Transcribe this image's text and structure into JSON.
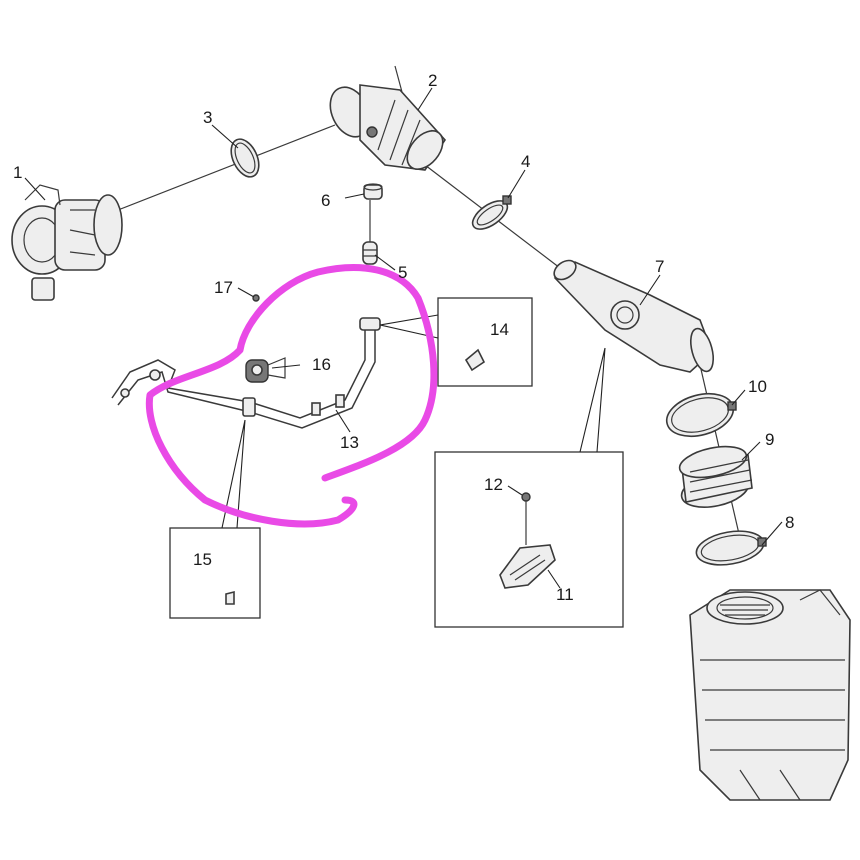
{
  "diagram": {
    "callouts": {
      "c1": "1",
      "c2": "2",
      "c3": "3",
      "c4": "4",
      "c5": "5",
      "c6": "6",
      "c7": "7",
      "c8": "8",
      "c9": "9",
      "c10": "10",
      "c11": "11",
      "c12": "12",
      "c13": "13",
      "c14": "14",
      "c15": "15",
      "c16": "16",
      "c17": "17"
    },
    "colors": {
      "markup": "#e94ae6",
      "line": "#3a3a3a",
      "part_fill": "#eeeeee"
    },
    "icons": [
      "turbocharger",
      "rubber-bellow",
      "hose-clamp",
      "air-duct",
      "air-filter-housing",
      "sensor-bracket"
    ]
  }
}
